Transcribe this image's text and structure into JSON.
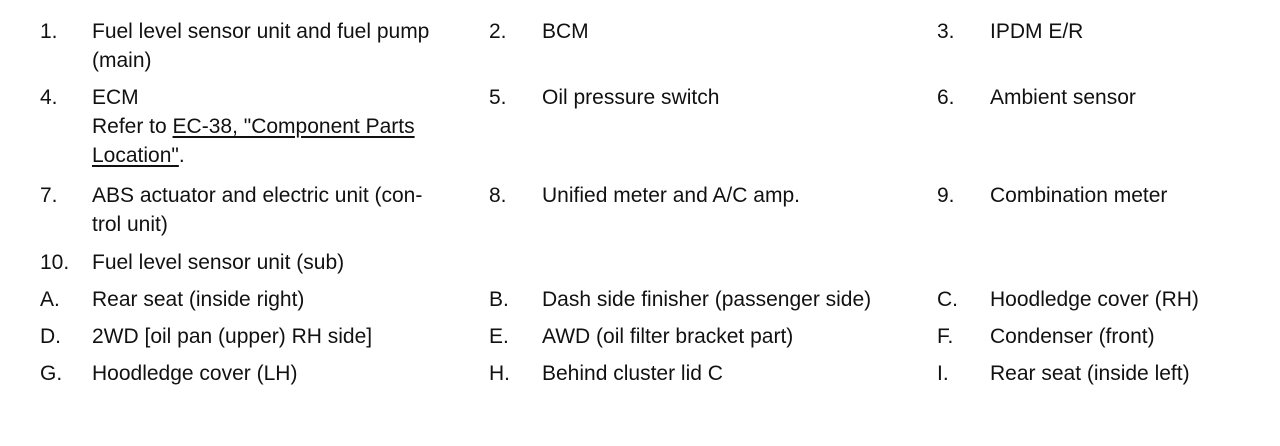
{
  "rows": [
    {
      "col1": {
        "num": "1.",
        "lines": [
          "Fuel level sensor unit and fuel pump",
          "(main)"
        ]
      },
      "col2": {
        "num": "2.",
        "lines": [
          "BCM"
        ]
      },
      "col3": {
        "num": "3.",
        "lines": [
          "IPDM E/R"
        ]
      }
    },
    {
      "col1": {
        "num": "4.",
        "lines": [
          "ECM"
        ],
        "ref_prefix": "Refer to ",
        "ref_link_1": "EC-38, \"Component Parts ",
        "ref_link_2": "Location\"",
        "ref_suffix": "."
      },
      "col2": {
        "num": "5.",
        "lines": [
          "Oil pressure switch"
        ]
      },
      "col3": {
        "num": "6.",
        "lines": [
          "Ambient sensor"
        ]
      }
    },
    {
      "col1": {
        "num": "7.",
        "lines": [
          "ABS actuator and electric unit (con-",
          "trol unit)"
        ]
      },
      "col2": {
        "num": "8.",
        "lines": [
          "Unified meter and A/C amp."
        ]
      },
      "col3": {
        "num": "9.",
        "lines": [
          "Combination meter"
        ]
      }
    },
    {
      "col1": {
        "num": "10.",
        "lines": [
          "Fuel level sensor unit (sub)"
        ]
      }
    },
    {
      "col1": {
        "num": "A.",
        "lines": [
          "Rear seat (inside right)"
        ]
      },
      "col2": {
        "num": "B.",
        "lines": [
          "Dash side finisher (passenger side)"
        ]
      },
      "col3": {
        "num": "C.",
        "lines": [
          "Hoodledge cover (RH)"
        ]
      }
    },
    {
      "col1": {
        "num": "D.",
        "lines": [
          "2WD [oil pan (upper) RH side]"
        ]
      },
      "col2": {
        "num": "E.",
        "lines": [
          "AWD (oil filter bracket part)"
        ]
      },
      "col3": {
        "num": "F.",
        "lines": [
          "Condenser (front)"
        ]
      }
    },
    {
      "col1": {
        "num": "G.",
        "lines": [
          "Hoodledge cover (LH)"
        ]
      },
      "col2": {
        "num": "H.",
        "lines": [
          "Behind cluster lid C"
        ]
      },
      "col3": {
        "num": "I.",
        "lines": [
          "Rear seat (inside left)"
        ]
      }
    }
  ]
}
